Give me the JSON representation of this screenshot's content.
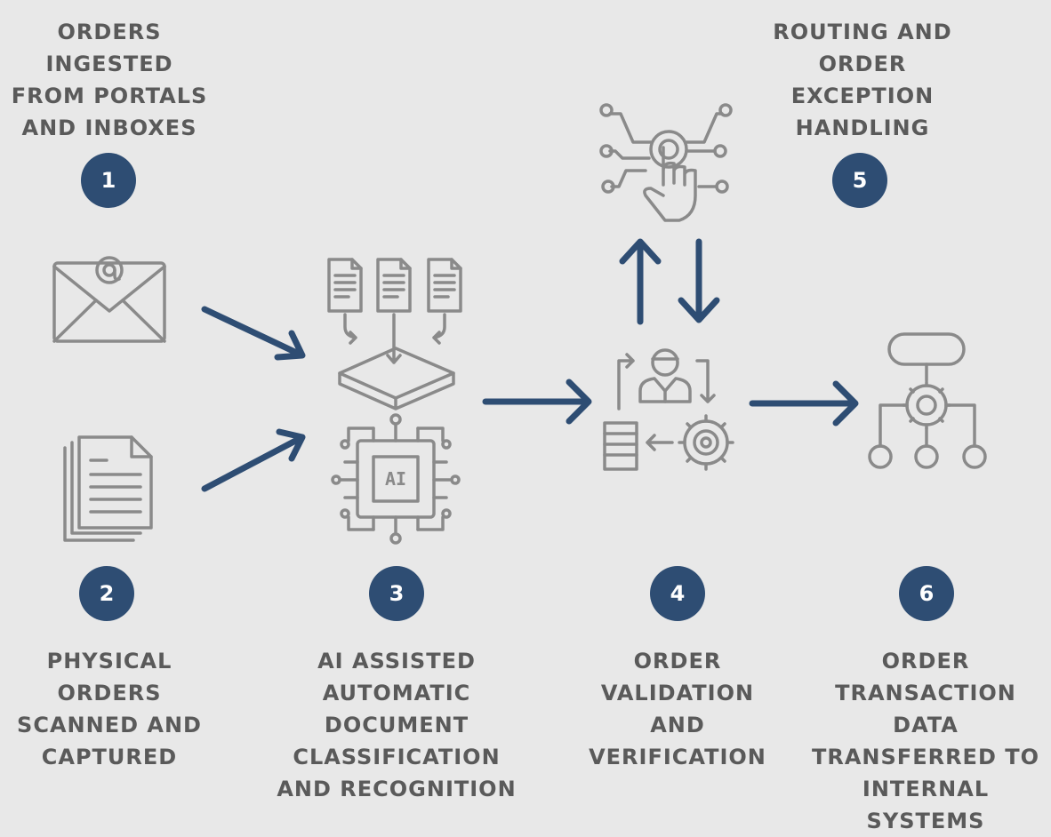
{
  "colors": {
    "background": "#e8e8e8",
    "accent": "#2e4d73",
    "icon": "#8a8a8a",
    "text": "#5a5a5a"
  },
  "steps": [
    {
      "number": "1",
      "label": "ORDERS\nINGESTED\nFROM PORTALS\nAND INBOXES",
      "icon": "email-envelope-icon"
    },
    {
      "number": "2",
      "label": "PHYSICAL\nORDERS\nSCANNED AND\nCAPTURED",
      "icon": "paper-documents-icon"
    },
    {
      "number": "3",
      "label": "AI ASSISTED\nAUTOMATIC\nDOCUMENT\nCLASSIFICATION\nAND RECOGNITION",
      "icon": "ai-chip-icon",
      "chip_text": "AI"
    },
    {
      "number": "4",
      "label": "ORDER\nVALIDATION\nAND\nVERIFICATION",
      "icon": "user-verification-gear-icon"
    },
    {
      "number": "5",
      "label": "ROUTING AND\nORDER\nEXCEPTION\nHANDLING",
      "icon": "touch-routing-icon"
    },
    {
      "number": "6",
      "label": "ORDER\nTRANSACTION\nDATA\nTRANSFERRED TO\nINTERNAL SYSTEMS",
      "icon": "system-flow-gear-icon"
    }
  ]
}
